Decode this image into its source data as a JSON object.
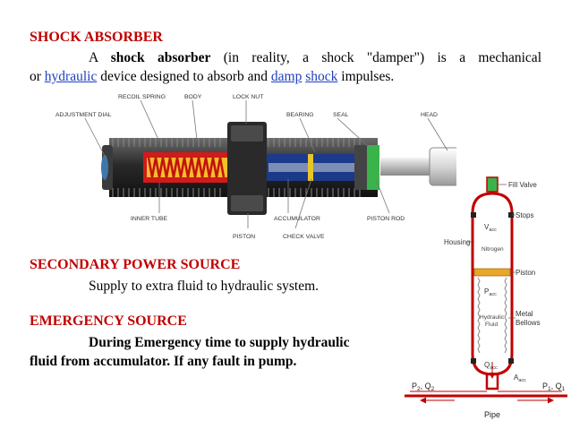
{
  "section1": {
    "heading": "SHOCK ABSORBER",
    "p_a": "A ",
    "p_bold": "shock absorber",
    "p_b": " (in reality, a shock \"damper\") is a mechanical",
    "p_or": "or ",
    "link_hydraulic": "hydraulic",
    "p_c": " device designed to absorb and ",
    "link_damp": "damp",
    "link_shock": "shock",
    "p_d": " impulses."
  },
  "shock_diagram": {
    "labels": {
      "adjustment_dial": "ADJUSTMENT DIAL",
      "recoil_spring": "RECOIL SPRING",
      "body": "BODY",
      "lock_nut": "LOCK NUT",
      "bearing": "BEARING",
      "seal": "SEAL",
      "head": "HEAD",
      "inner_tube": "INNER TUBE",
      "piston": "PISTON",
      "accumulator": "ACCUMULATOR",
      "check_valve": "CHECK VALVE",
      "piston_rod": "PISTON ROD"
    }
  },
  "section2": {
    "heading": "SECONDARY POWER SOURCE",
    "text": "Supply to extra fluid to hydraulic system."
  },
  "section3": {
    "heading": "EMERGENCY SOURCE",
    "line1": "During Emergency time to supply hydraulic",
    "line2": "fluid from accumulator. If any fault in pump."
  },
  "accumulator": {
    "fill_valve": "Fill Valve",
    "stops": "Stops",
    "housing": "Housing",
    "piston": "Piston",
    "metal": "Metal",
    "bellows": "Bellows",
    "v_acc": "V",
    "v_acc_sub": "acc",
    "nitrogen": "Nitrogen",
    "p_acc": "P",
    "p_acc_sub": "acc",
    "hydraulic": "Hydraulic",
    "fluid": "Fluid",
    "q_acc": "Q",
    "q_acc_sub": "acc",
    "a_acc": "A",
    "a_acc_sub": "acc",
    "p2": "P",
    "p2_sub": "2",
    "q2": "Q",
    "q2_sub": "2",
    "p1": "P",
    "p1_sub": "1",
    "q1": "Q",
    "q1_sub": "1",
    "pipe": "Pipe"
  }
}
